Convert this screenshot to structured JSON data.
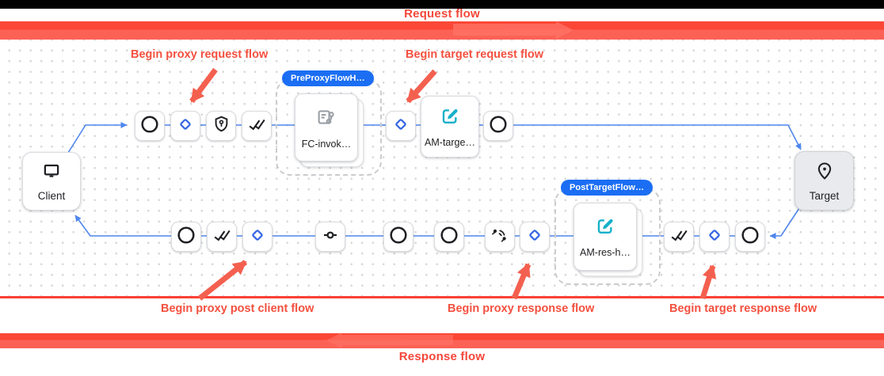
{
  "banners": {
    "request_label": "Request flow",
    "response_label": "Response flow"
  },
  "callouts": {
    "proxy_request": "Begin proxy request flow",
    "target_request": "Begin target request flow",
    "post_client": "Begin proxy post client flow",
    "proxy_response": "Begin proxy response flow",
    "target_response": "Begin target response flow"
  },
  "diagram": {
    "client_label": "Client",
    "target_label": "Target",
    "pre_proxy_hook": {
      "badge": "PreProxyFlowH…",
      "node_label": "FC-invok…",
      "icon": "flow-callout-icon"
    },
    "post_target_hook": {
      "badge": "PostTargetFlow…",
      "node_label": "AM-res-h…",
      "icon": "assign-message-edit-icon"
    },
    "target_request_node": {
      "label": "AM-targe…",
      "icon": "assign-message-edit-icon"
    },
    "request_step_icons": [
      "circle-icon",
      "condition-diamond-icon",
      "shield-key-icon",
      "double-check-icon",
      "condition-diamond-icon",
      "circle-icon"
    ],
    "response_step_icons": [
      "circle-icon",
      "double-check-icon",
      "condition-diamond-icon",
      "commit-icon",
      "circle-icon",
      "circle-icon",
      "connect-without-contact-icon",
      "condition-diamond-icon",
      "double-check-icon",
      "condition-diamond-icon",
      "circle-icon"
    ]
  },
  "colors": {
    "banner_red": "#fb4f42",
    "annotation_red": "#f4503f",
    "flow_line_blue": "#4e86ee",
    "diamond_blue": "#3566e3",
    "badge_blue": "#1b6ef3",
    "edit_icon_teal": "#17b0ca",
    "target_node_gray": "#e9eaed"
  }
}
